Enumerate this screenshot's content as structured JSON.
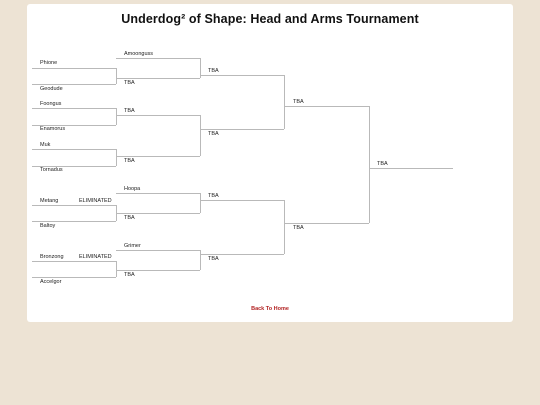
{
  "page": {
    "title": "Underdog² of Shape: Head and Arms Tournament",
    "back_link": "Back To Home"
  },
  "round1": {
    "m1": {
      "top": "Phione",
      "bottom": "Geodude"
    },
    "m2": {
      "top": "Foongus",
      "bottom": "Enamorus"
    },
    "m3": {
      "top": "Muk",
      "bottom": "Tornadus"
    },
    "m4": {
      "top": "Metang",
      "top_status": "ELIMINATED",
      "bottom": "Baltoy"
    },
    "m5": {
      "top": "Bronzong",
      "top_status": "ELIMINATED",
      "bottom": "Accelgor"
    }
  },
  "round2": {
    "m1": {
      "top": "Amoonguss",
      "bottom": "TBA"
    },
    "m2": {
      "top": "TBA",
      "bottom": "TBA"
    },
    "m3": {
      "top": "Hoopa",
      "bottom": "TBA"
    },
    "m4": {
      "top": "Grimer",
      "bottom": "TBA"
    }
  },
  "round3": {
    "m1": {
      "top": "TBA",
      "bottom": "TBA"
    },
    "m2": {
      "top": "TBA",
      "bottom": "TBA"
    }
  },
  "round4": {
    "top": "TBA",
    "bottom": "TBA"
  },
  "final": {
    "winner": "TBA"
  }
}
